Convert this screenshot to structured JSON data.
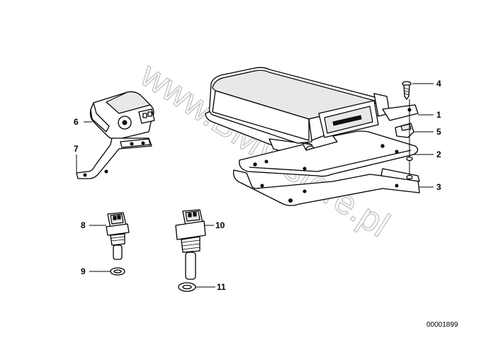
{
  "diagram_number": "00001899",
  "watermark": "www.BMWstore.pl",
  "callouts": [
    {
      "id": "1",
      "label": "1"
    },
    {
      "id": "2",
      "label": "2"
    },
    {
      "id": "3",
      "label": "3"
    },
    {
      "id": "4",
      "label": "4"
    },
    {
      "id": "5",
      "label": "5"
    },
    {
      "id": "6",
      "label": "6"
    },
    {
      "id": "7",
      "label": "7"
    },
    {
      "id": "8",
      "label": "8"
    },
    {
      "id": "9",
      "label": "9"
    },
    {
      "id": "10",
      "label": "10"
    },
    {
      "id": "11",
      "label": "11"
    }
  ]
}
